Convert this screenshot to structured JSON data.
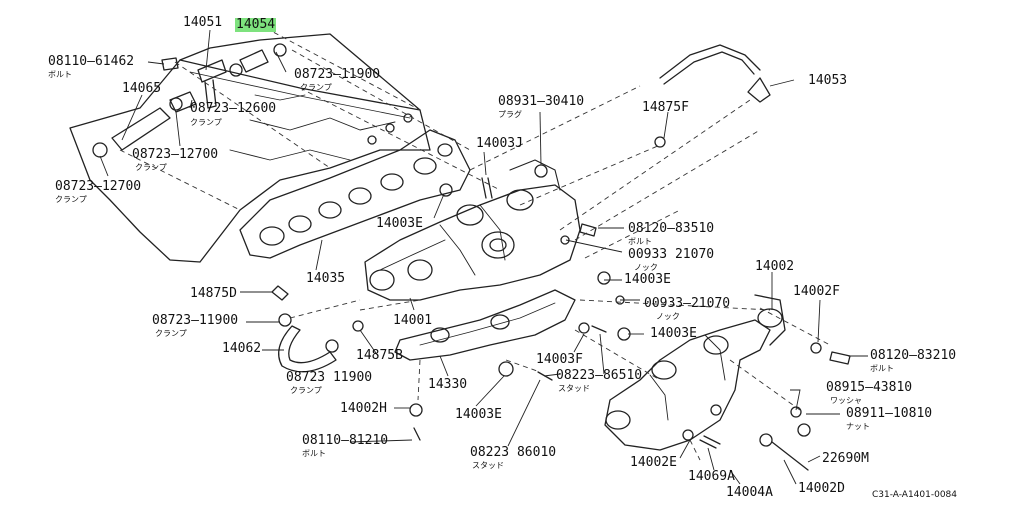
{
  "diagram_code": "C31-A-A1401-0084",
  "highlight_color": "#7ee27e",
  "labels": {
    "p14051": "14051",
    "p14054": "14054",
    "p08110_61462": "08110–61462",
    "p08110_61462_jp": "ボルト",
    "p08723_11900a": "08723–11900",
    "p08723_11900a_jp": "クランプ",
    "p14065": "14065",
    "p08723_12600": "08723–12600",
    "p08723_12600_jp": "クランプ",
    "p08723_12700a": "08723–12700",
    "p08723_12700a_jp": "クランプ",
    "p08723_12700b": "08723–12700",
    "p08723_12700b_jp": "クランプ",
    "p14053": "14053",
    "p08931_30410": "08931–30410",
    "p08931_30410_jp": "プラグ",
    "p14875F": "14875F",
    "p14003J": "14003J",
    "p14003E_a": "14003E",
    "p08120_83510": "08120–83510",
    "p08120_83510_jp": "ボルト",
    "p00933_21070a": "00933  21070",
    "p00933_21070a_jp": "ノック",
    "p14003E_b": "14003E",
    "p14035": "14035",
    "p14002": "14002",
    "p14002F": "14002F",
    "p14875D": "14875D",
    "p00933_21070b": "00933–21070",
    "p00933_21070b_jp": "ノック",
    "p08723_11900b": "08723–11900",
    "p08723_11900b_jp": "クランプ",
    "p14001": "14001",
    "p14003E_c": "14003E",
    "p08120_83210": "08120–83210",
    "p08120_83210_jp": "ボルト",
    "p14062": "14062",
    "p14875B": "14875B",
    "p14003F": "14003F",
    "p08223_86510": "08223–86510",
    "p08223_86510_jp": "スタッド",
    "p08723_11900c": "08723   11900",
    "p08723_11900c_jp": "クランプ",
    "p14330": "14330",
    "p08915_43810": "08915–43810",
    "p08915_43810_jp": "ワッシャ",
    "p14002H": "14002H",
    "p14003E_d": "14003E",
    "p08911_10810": "08911–10810",
    "p08911_10810_jp": "ナット",
    "p08110_81210": "08110–81210",
    "p08110_81210_jp": "ボルト",
    "p08223_86010": "08223   86010",
    "p08223_86010_jp": "スタッド",
    "p22690M": "22690M",
    "p14002E": "14002E",
    "p14069A": "14069A",
    "p14004A": "14004A",
    "p14002D": "14002D"
  }
}
